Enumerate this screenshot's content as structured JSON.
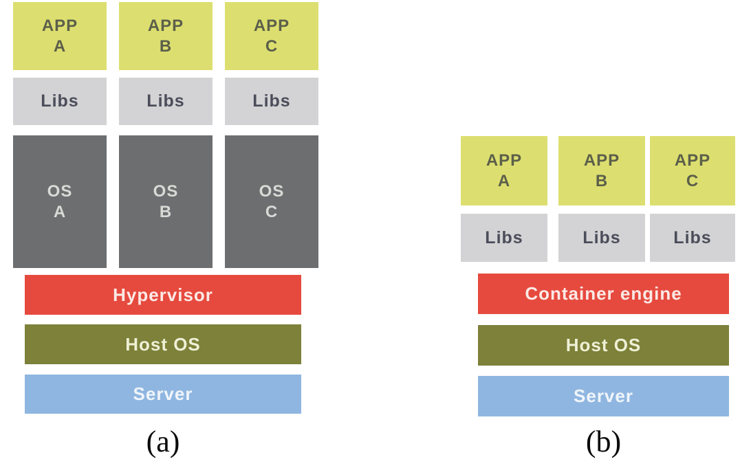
{
  "colors": {
    "app_box": "#dcdf6f",
    "libs_box": "#d3d3d5",
    "os_box": "#6d6e70",
    "engine_bar": "#e64a3e",
    "host_os_bar": "#7d8139",
    "server_bar": "#8fb6e0",
    "app_text": "#5c5f4a",
    "libs_text": "#4b4d5a",
    "os_text": "#d9dad6",
    "caption_text": "#0a0a0a"
  },
  "left": {
    "caption": "(a)",
    "apps": [
      {
        "name": "APP",
        "letter": "A"
      },
      {
        "name": "APP",
        "letter": "B"
      },
      {
        "name": "APP",
        "letter": "C"
      }
    ],
    "libs": [
      "Libs",
      "Libs",
      "Libs"
    ],
    "os": [
      {
        "name": "OS",
        "letter": "A"
      },
      {
        "name": "OS",
        "letter": "B"
      },
      {
        "name": "OS",
        "letter": "C"
      }
    ],
    "bars": {
      "hypervisor": "Hypervisor",
      "host_os": "Host OS",
      "server": "Server"
    }
  },
  "right": {
    "caption": "(b)",
    "apps": [
      {
        "name": "APP",
        "letter": "A"
      },
      {
        "name": "APP",
        "letter": "B"
      },
      {
        "name": "APP",
        "letter": "C"
      }
    ],
    "libs": [
      "Libs",
      "Libs",
      "Libs"
    ],
    "bars": {
      "engine": "Container engine",
      "host_os": "Host OS",
      "server": "Server"
    }
  }
}
